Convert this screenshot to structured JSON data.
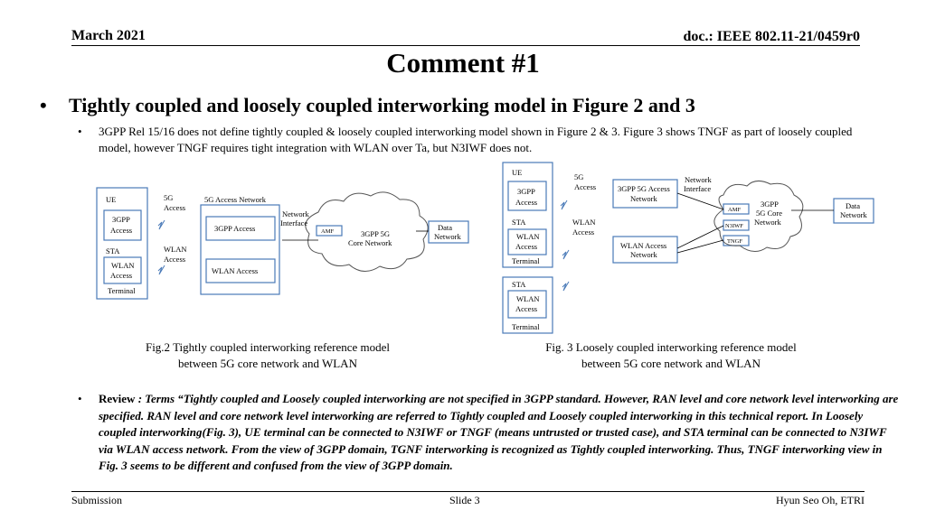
{
  "header": {
    "date": "March 2021",
    "doc": "doc.: IEEE 802.11-21/0459r0"
  },
  "title": "Comment #1",
  "bullet_main": "Tightly coupled and loosely coupled interworking model in Figure 2 and 3",
  "paragraph": "3GPP Rel 15/16 does not define tightly coupled & loosely coupled interworking model shown in Figure 2 & 3. Figure 3 shows TNGF as part of loosely coupled model, however TNGF requires tight integration with WLAN over Ta, but N3IWF does not.",
  "bullet_glyph": "•",
  "fig2": {
    "ue": "UE",
    "access_5g_1": "5G",
    "access_5g_2": "Access",
    "access_network": "5G Access Network",
    "gpp_access_1": "3GPP",
    "gpp_access_2": "Access",
    "gpp_access_box": "3GPP Access",
    "sta": "STA",
    "wlan_access_1": "WLAN",
    "wlan_access_2": "Access",
    "wlan_box_1": "WLAN",
    "wlan_box_2": "Access",
    "wlan_access_box": "WLAN Access",
    "terminal": "Terminal",
    "net_if_1": "Network",
    "net_if_2": "Interface",
    "amf": "AMF",
    "core_1": "3GPP 5G",
    "core_2": "Core Network",
    "data_1": "Data",
    "data_2": "Network",
    "caption_1": "Fig.2 Tightly coupled interworking reference model",
    "caption_2": "between 5G core network and WLAN"
  },
  "fig3": {
    "ue": "UE",
    "gpp_1": "3GPP",
    "gpp_2": "Access",
    "sta": "STA",
    "wlan_1": "WLAN",
    "wlan_2": "Access",
    "terminal": "Terminal",
    "access_5g_1": "5G",
    "access_5g_2": "Access",
    "wlan_acc_1": "WLAN",
    "wlan_acc_2": "Access",
    "an_5g_1": "3GPP 5G Access",
    "an_5g_2": "Network",
    "wlan_an_1": "WLAN Access",
    "wlan_an_2": "Network",
    "net_if_1": "Network",
    "net_if_2": "Interface",
    "amf": "AMF",
    "n3iwf": "N3IWF",
    "tngf": "TNGF",
    "core_1": "3GPP",
    "core_2": "5G Core",
    "core_3": "Network",
    "data_1": "Data",
    "data_2": "Network",
    "sta2": "STA",
    "wlan2_1": "WLAN",
    "wlan2_2": "Access",
    "terminal2": "Terminal",
    "caption_1": "Fig. 3 Loosely coupled interworking reference model",
    "caption_2": "between 5G core network and WLAN"
  },
  "review": {
    "label": "Review",
    "text": " : Terms “Tightly coupled and Loosely coupled interworking are not specified in 3GPP standard. However, RAN level and core network level interworking are specified. RAN level and core network level interworking are referred to Tightly coupled and Loosely coupled interworking in this technical report.  In Loosely coupled interworking(Fig. 3), UE terminal can be connected to N3IWF or TNGF (means untrusted or trusted case), and STA terminal can be connected to N3IWF via WLAN access network. From the view of 3GPP domain, TGNF interworking is recognized as Tightly coupled interworking. Thus, TNGF interworking view in Fig. 3 seems to be different and confused from the view of 3GPP domain."
  },
  "footer": {
    "left": "Submission",
    "center": "Slide 3",
    "right": "Hyun Seo Oh, ETRI"
  },
  "colors": {
    "box_border": "#4a7ab8",
    "text": "#000000"
  }
}
